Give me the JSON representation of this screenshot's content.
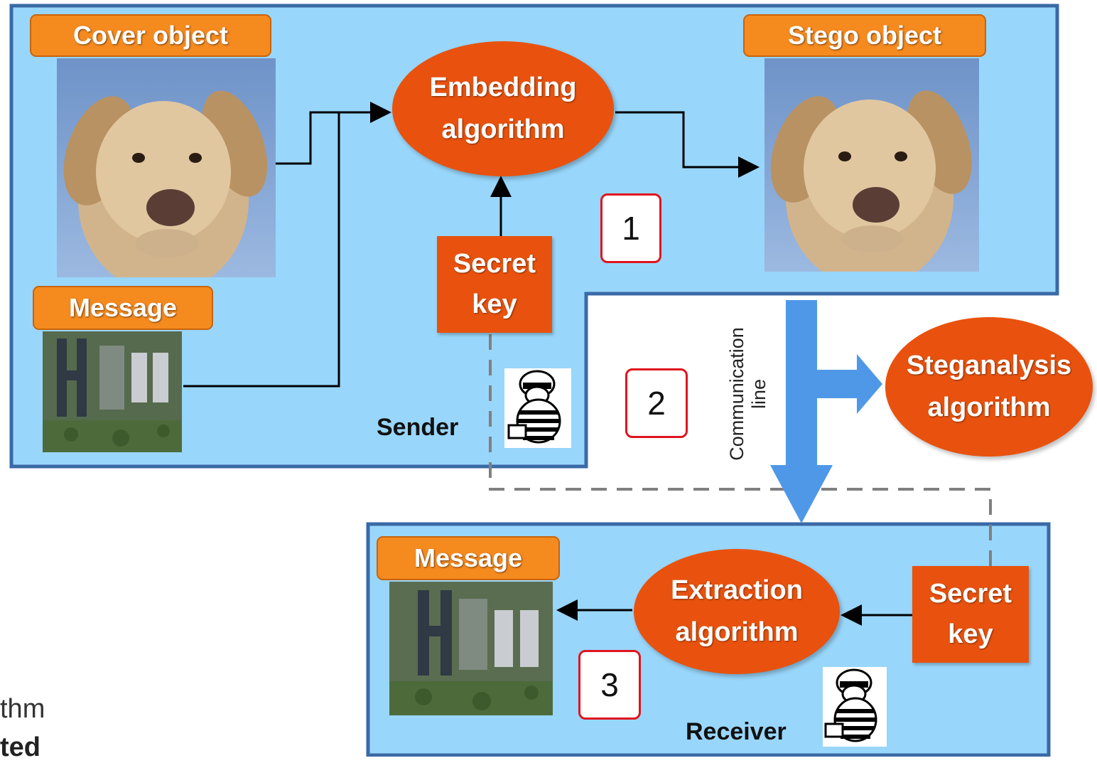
{
  "sender": {
    "cover_label": "Cover object",
    "stego_label": "Stego object",
    "message_label": "Message",
    "embedding_line1": "Embedding",
    "embedding_line2": "algorithm",
    "secret_key_line1": "Secret",
    "secret_key_line2": "key",
    "role_label": "Sender",
    "step_number": "1"
  },
  "channel": {
    "label_line1": "Communication",
    "label_line2": "line",
    "step_number": "2",
    "steganalysis_line1": "Steganalysis",
    "steganalysis_line2": "algorithm"
  },
  "receiver": {
    "message_label": "Message",
    "extraction_line1": "Extraction",
    "extraction_line2": "algorithm",
    "secret_key_line1": "Secret",
    "secret_key_line2": "key",
    "role_label": "Receiver",
    "step_number": "3"
  },
  "fragment": {
    "line1": "thm",
    "line2": "ted"
  },
  "colors": {
    "panel_fill": "#99d6fb",
    "panel_border": "#3a6aa6",
    "label_orange": "#f58a1f",
    "algorithm_orange": "#e8520e",
    "channel_arrow": "#4f98e8",
    "step_border": "#e0141e"
  },
  "icons": [
    "dog-photo",
    "aerial-photo",
    "burglar-icon"
  ]
}
